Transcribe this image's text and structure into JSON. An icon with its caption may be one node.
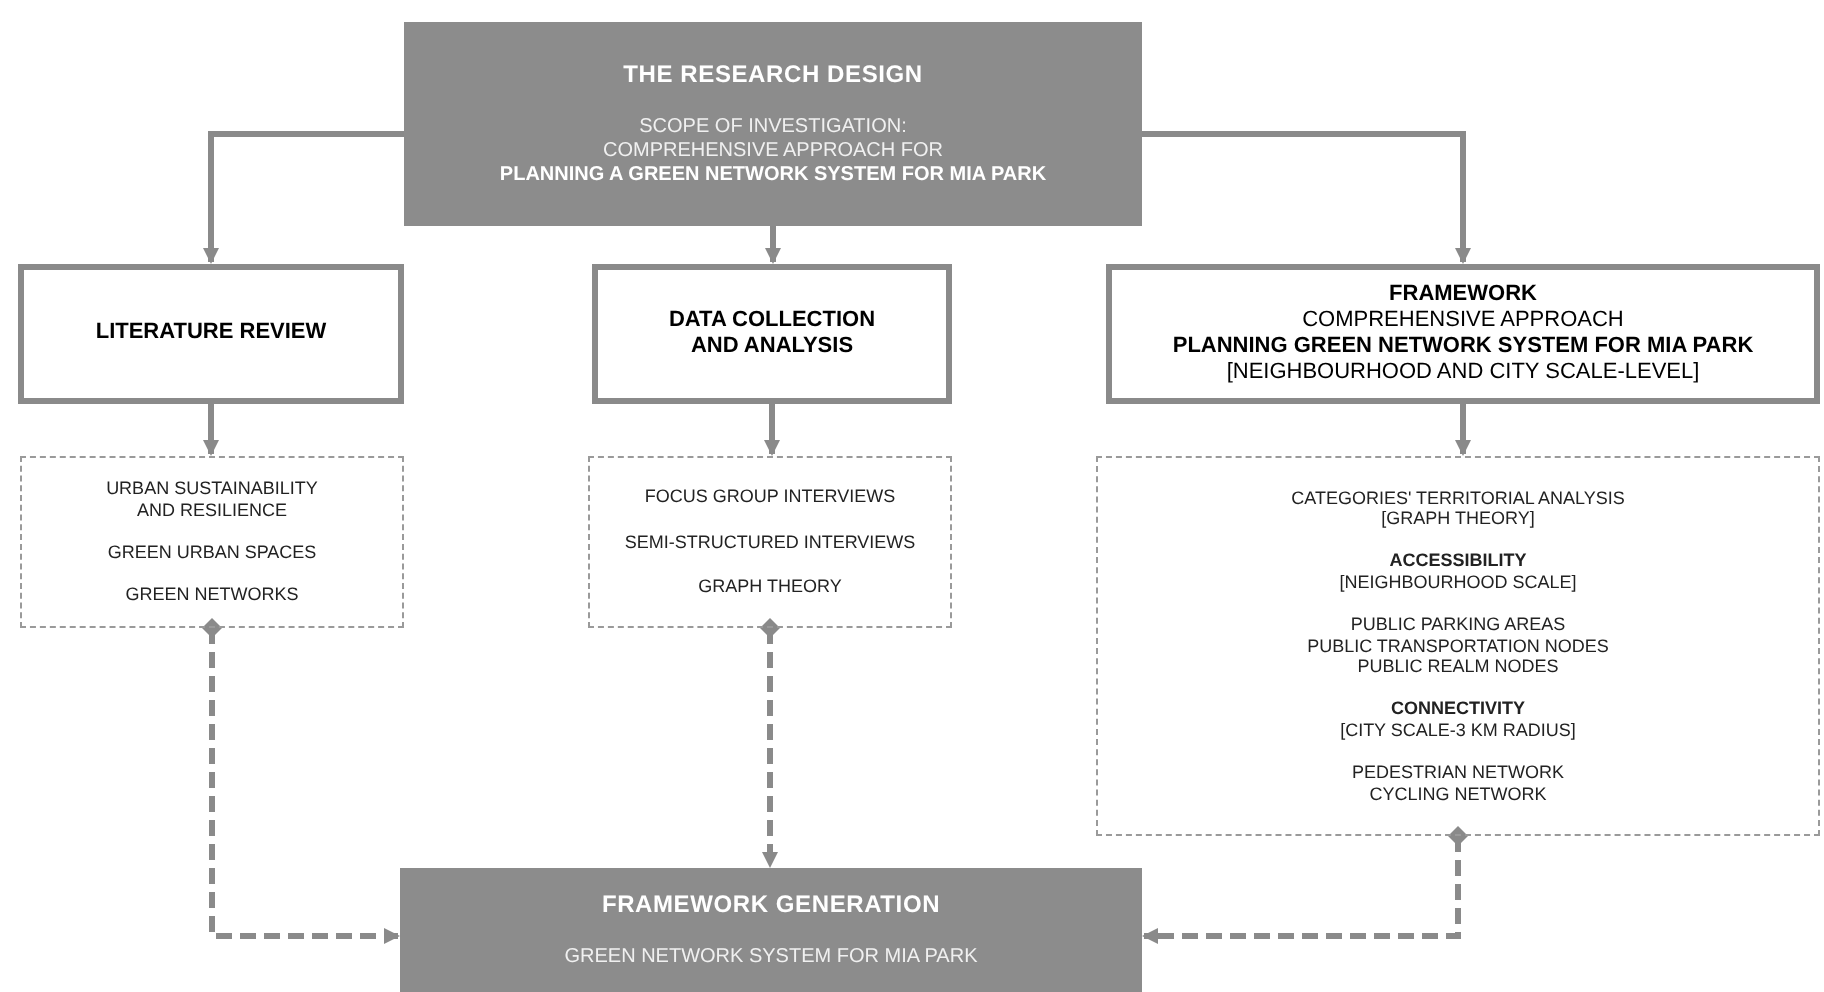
{
  "diagram": {
    "nodes": [
      {
        "text": [
          "THE RESEARCH DESIGN",
          "SCOPE OF INVESTIGATION:",
          "COMPREHENSIVE APPROACH FOR",
          "PLANNING A GREEN NETWORK SYSTEM FOR MIA PARK"
        ]
      },
      {
        "text": [
          "LITERATURE REVIEW"
        ]
      },
      {
        "text": [
          "DATA COLLECTION AND ANALYSIS"
        ]
      },
      {
        "text": [
          "FRAMEWORK",
          "COMPREHENSIVE APPROACH",
          "PLANNING GREEN NETWORK SYSTEM FOR MIA PARK",
          "[NEIGHBOURHOOD AND CITY SCALE-LEVEL]"
        ]
      },
      {
        "text": [
          "URBAN SUSTAINABILITY AND RESILIENCE",
          "GREEN URBAN SPACES",
          "GREEN NETWORKS"
        ]
      },
      {
        "text": [
          "FOCUS GROUP INTERVIEWS",
          "SEMI-STRUCTURED INTERVIEWS",
          "GRAPH THEORY"
        ]
      },
      {
        "text": [
          "CATEGORIES' TERRITORIAL ANALYSIS",
          "[GRAPH THEORY]",
          "ACCESSIBILITY",
          "[NEIGHBOURHOOD SCALE]",
          "PUBLIC PARKING AREAS",
          "PUBLIC TRANSPORTATION NODES",
          "PUBLIC REALM NODES",
          "CONNECTIVITY",
          "[CITY SCALE-3 KM RADIUS]",
          "PEDESTRIAN NETWORK",
          "CYCLING NETWORK"
        ]
      },
      {
        "text": [
          "FRAMEWORK GENERATION",
          "GREEN NETWORK SYSTEM FOR MIA PARK"
        ]
      }
    ],
    "edges": [
      {
        "from": 0,
        "to": 1,
        "arrow": "to"
      },
      {
        "from": 0,
        "to": 2,
        "arrow": "to"
      },
      {
        "from": 0,
        "to": 3,
        "arrow": "to"
      },
      {
        "from": 1,
        "to": 4,
        "arrow": "to"
      },
      {
        "from": 2,
        "to": 5,
        "arrow": "to"
      },
      {
        "from": 3,
        "to": 6,
        "arrow": "to"
      },
      {
        "from": 4,
        "to": 7,
        "arrow": "to",
        "style": "dashed"
      },
      {
        "from": 5,
        "to": 7,
        "arrow": "to",
        "style": "dashed"
      },
      {
        "from": 6,
        "to": 7,
        "arrow": "to",
        "style": "dashed"
      }
    ]
  }
}
